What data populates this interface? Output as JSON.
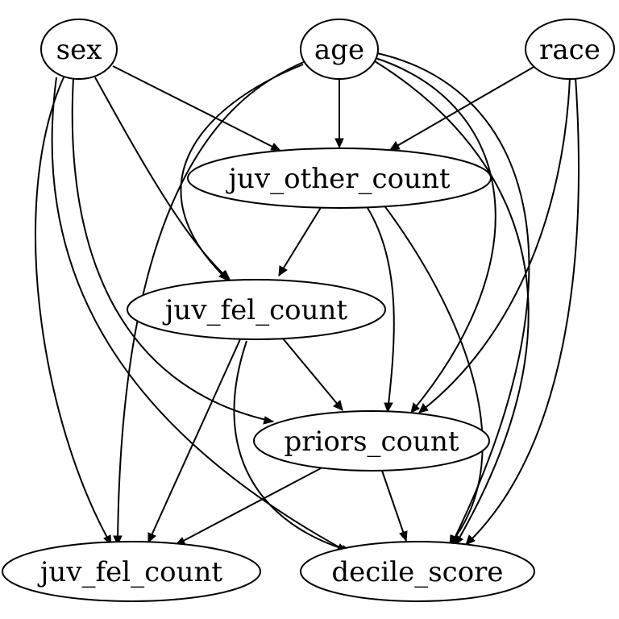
{
  "nodes": [
    {
      "id": "sex",
      "label": "sex"
    },
    {
      "id": "age",
      "label": "age"
    },
    {
      "id": "race",
      "label": "race"
    },
    {
      "id": "juv_other_count",
      "label": "juv_other_count"
    },
    {
      "id": "juv_fel_count_mid",
      "label": "juv_fel_count"
    },
    {
      "id": "priors_count",
      "label": "priors_count"
    },
    {
      "id": "juv_fel_count_bottom",
      "label": "juv_fel_count"
    },
    {
      "id": "decile_score",
      "label": "decile_score"
    }
  ],
  "edges": [
    {
      "from": "sex",
      "to": "juv_other_count"
    },
    {
      "from": "sex",
      "to": "juv_fel_count_mid"
    },
    {
      "from": "sex",
      "to": "priors_count"
    },
    {
      "from": "sex",
      "to": "juv_fel_count_bottom"
    },
    {
      "from": "sex",
      "to": "decile_score"
    },
    {
      "from": "age",
      "to": "juv_other_count"
    },
    {
      "from": "age",
      "to": "juv_fel_count_mid"
    },
    {
      "from": "age",
      "to": "priors_count"
    },
    {
      "from": "age",
      "to": "juv_fel_count_bottom"
    },
    {
      "from": "age",
      "to": "decile_score"
    },
    {
      "from": "race",
      "to": "juv_other_count"
    },
    {
      "from": "race",
      "to": "priors_count"
    },
    {
      "from": "race",
      "to": "decile_score"
    },
    {
      "from": "juv_other_count",
      "to": "juv_fel_count_mid"
    },
    {
      "from": "juv_other_count",
      "to": "priors_count"
    },
    {
      "from": "juv_other_count",
      "to": "decile_score"
    },
    {
      "from": "juv_fel_count_mid",
      "to": "priors_count"
    },
    {
      "from": "juv_fel_count_mid",
      "to": "juv_fel_count_bottom"
    },
    {
      "from": "juv_fel_count_mid",
      "to": "decile_score"
    },
    {
      "from": "priors_count",
      "to": "juv_fel_count_bottom"
    },
    {
      "from": "priors_count",
      "to": "decile_score"
    }
  ]
}
